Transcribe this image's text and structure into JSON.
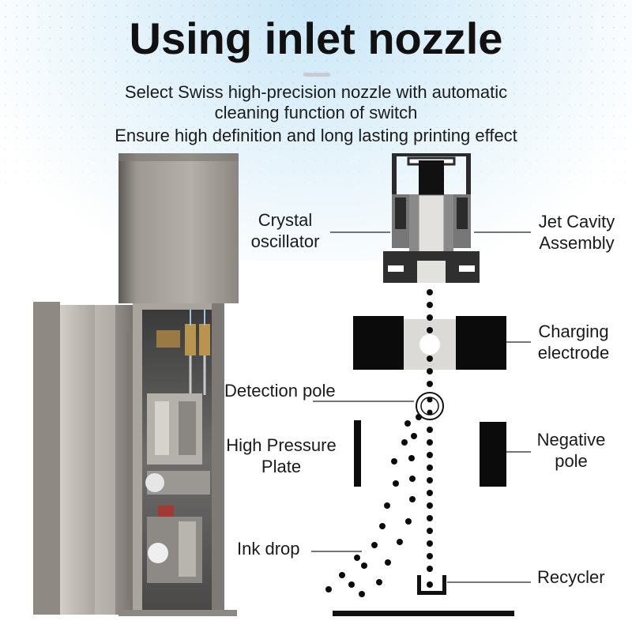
{
  "title": "Using inlet nozzle",
  "subtitle": {
    "line1": "Select Swiss high-precision nozzle with automatic",
    "line2": "cleaning function of switch",
    "line3": "Ensure high definition and long lasting printing effect"
  },
  "labels": {
    "crystal_line1": "Crystal",
    "crystal_line2": "oscillator",
    "jet_line1": "Jet Cavity",
    "jet_line2": "Assembly",
    "charging_line1": "Charging",
    "charging_line2": "electrode",
    "detection": "Detection pole",
    "hpp_line1": "High Pressure",
    "hpp_line2": "Plate",
    "negative_line1": "Negative",
    "negative_line2": "pole",
    "ink_drop": "Ink drop",
    "recycler": "Recycler"
  }
}
